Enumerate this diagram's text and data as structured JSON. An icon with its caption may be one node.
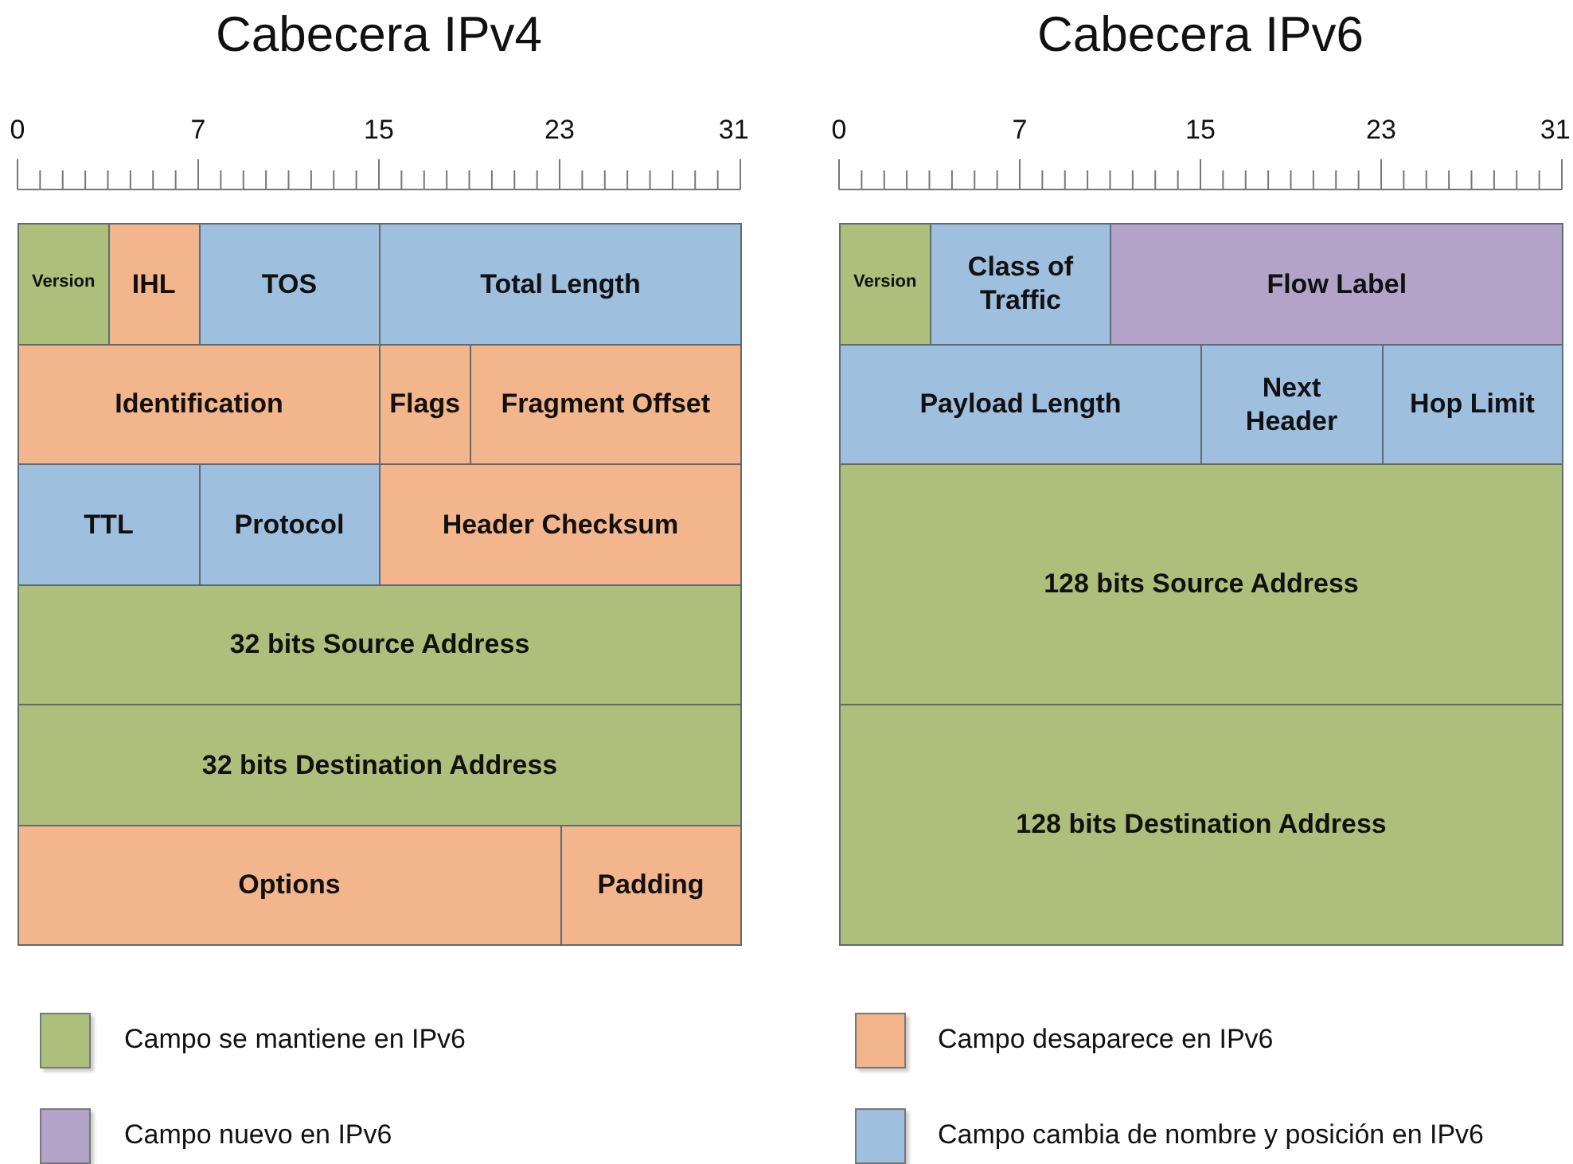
{
  "diagram": {
    "nodes": [
      {
        "text": [
          "Version"
        ]
      },
      {
        "text": [
          "IHL"
        ]
      },
      {
        "text": [
          "TOS"
        ]
      },
      {
        "text": [
          "Total Length"
        ]
      },
      {
        "text": [
          "Identification"
        ]
      },
      {
        "text": [
          "Flags"
        ]
      },
      {
        "text": [
          "Fragment Offset"
        ]
      },
      {
        "text": [
          "TTL"
        ]
      },
      {
        "text": [
          "Protocol"
        ]
      },
      {
        "text": [
          "Header Checksum"
        ]
      },
      {
        "text": [
          "32 bits Source Address"
        ]
      },
      {
        "text": [
          "32 bits Destination Address"
        ]
      },
      {
        "text": [
          "Options"
        ]
      },
      {
        "text": [
          "Padding"
        ]
      },
      {
        "text": [
          "Version"
        ]
      },
      {
        "text": [
          "Class of Traffic"
        ]
      },
      {
        "text": [
          "Flow Label"
        ]
      },
      {
        "text": [
          "Payload Length"
        ]
      },
      {
        "text": [
          "Next Header"
        ]
      },
      {
        "text": [
          "Hop Limit"
        ]
      },
      {
        "text": [
          "128 bits Source Address"
        ]
      },
      {
        "text": [
          "128 bits Destination Address"
        ]
      }
    ],
    "labels": [
      "Cabecera IPv4",
      "Cabecera IPv6",
      "0",
      "7",
      "15",
      "23",
      "31",
      "0",
      "7",
      "15",
      "23",
      "31"
    ],
    "legend": [
      {
        "text": "Campo se mantiene en IPv6",
        "color": "#adbf7b"
      },
      {
        "text": "Campo desaparece en IPv6",
        "color": "#f2b58c"
      },
      {
        "text": "Campo nuevo en IPv6",
        "color": "#b3a3c8"
      },
      {
        "text": "Campo cambia de nombre y posición en IPv6",
        "color": "#9ebfde"
      }
    ]
  }
}
